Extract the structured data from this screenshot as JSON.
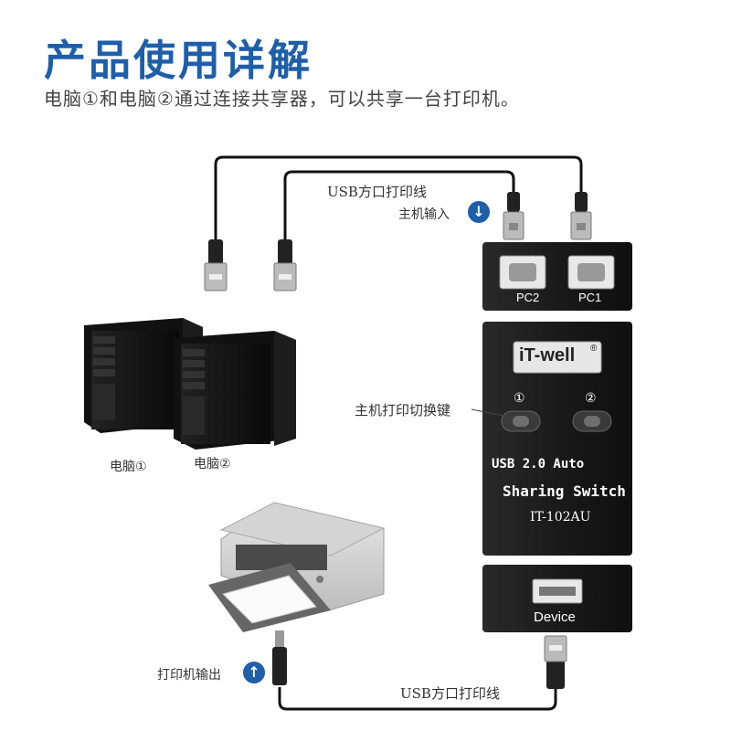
{
  "title": "产品使用详解",
  "subtitle": "电脑①和电脑②通过连接共享器，可以共享一台打印机。",
  "labels": {
    "usb_cable_top": "USB方口打印线",
    "host_input": "主机输入",
    "host_switch_key": "主机打印切换键",
    "computer_1": "电脑①",
    "computer_2": "电脑②",
    "printer_output": "打印机输出",
    "usb_cable_bottom": "USB方口打印线"
  },
  "device": {
    "port_pc2": "PC2",
    "port_pc1": "PC1",
    "brand": "iT-well",
    "brand_mark": "®",
    "button_1": "①",
    "button_2": "②",
    "line1": "USB 2.0 Auto",
    "line2": "Sharing Switch",
    "model": "IT-102AU",
    "device_port": "Device"
  },
  "icons": {
    "arrow_down": "↓",
    "arrow_up": "↑"
  },
  "colors": {
    "title": "#1f5ea8",
    "device_body": "#1c1c1c",
    "accent_blue": "#1f5ea8"
  }
}
